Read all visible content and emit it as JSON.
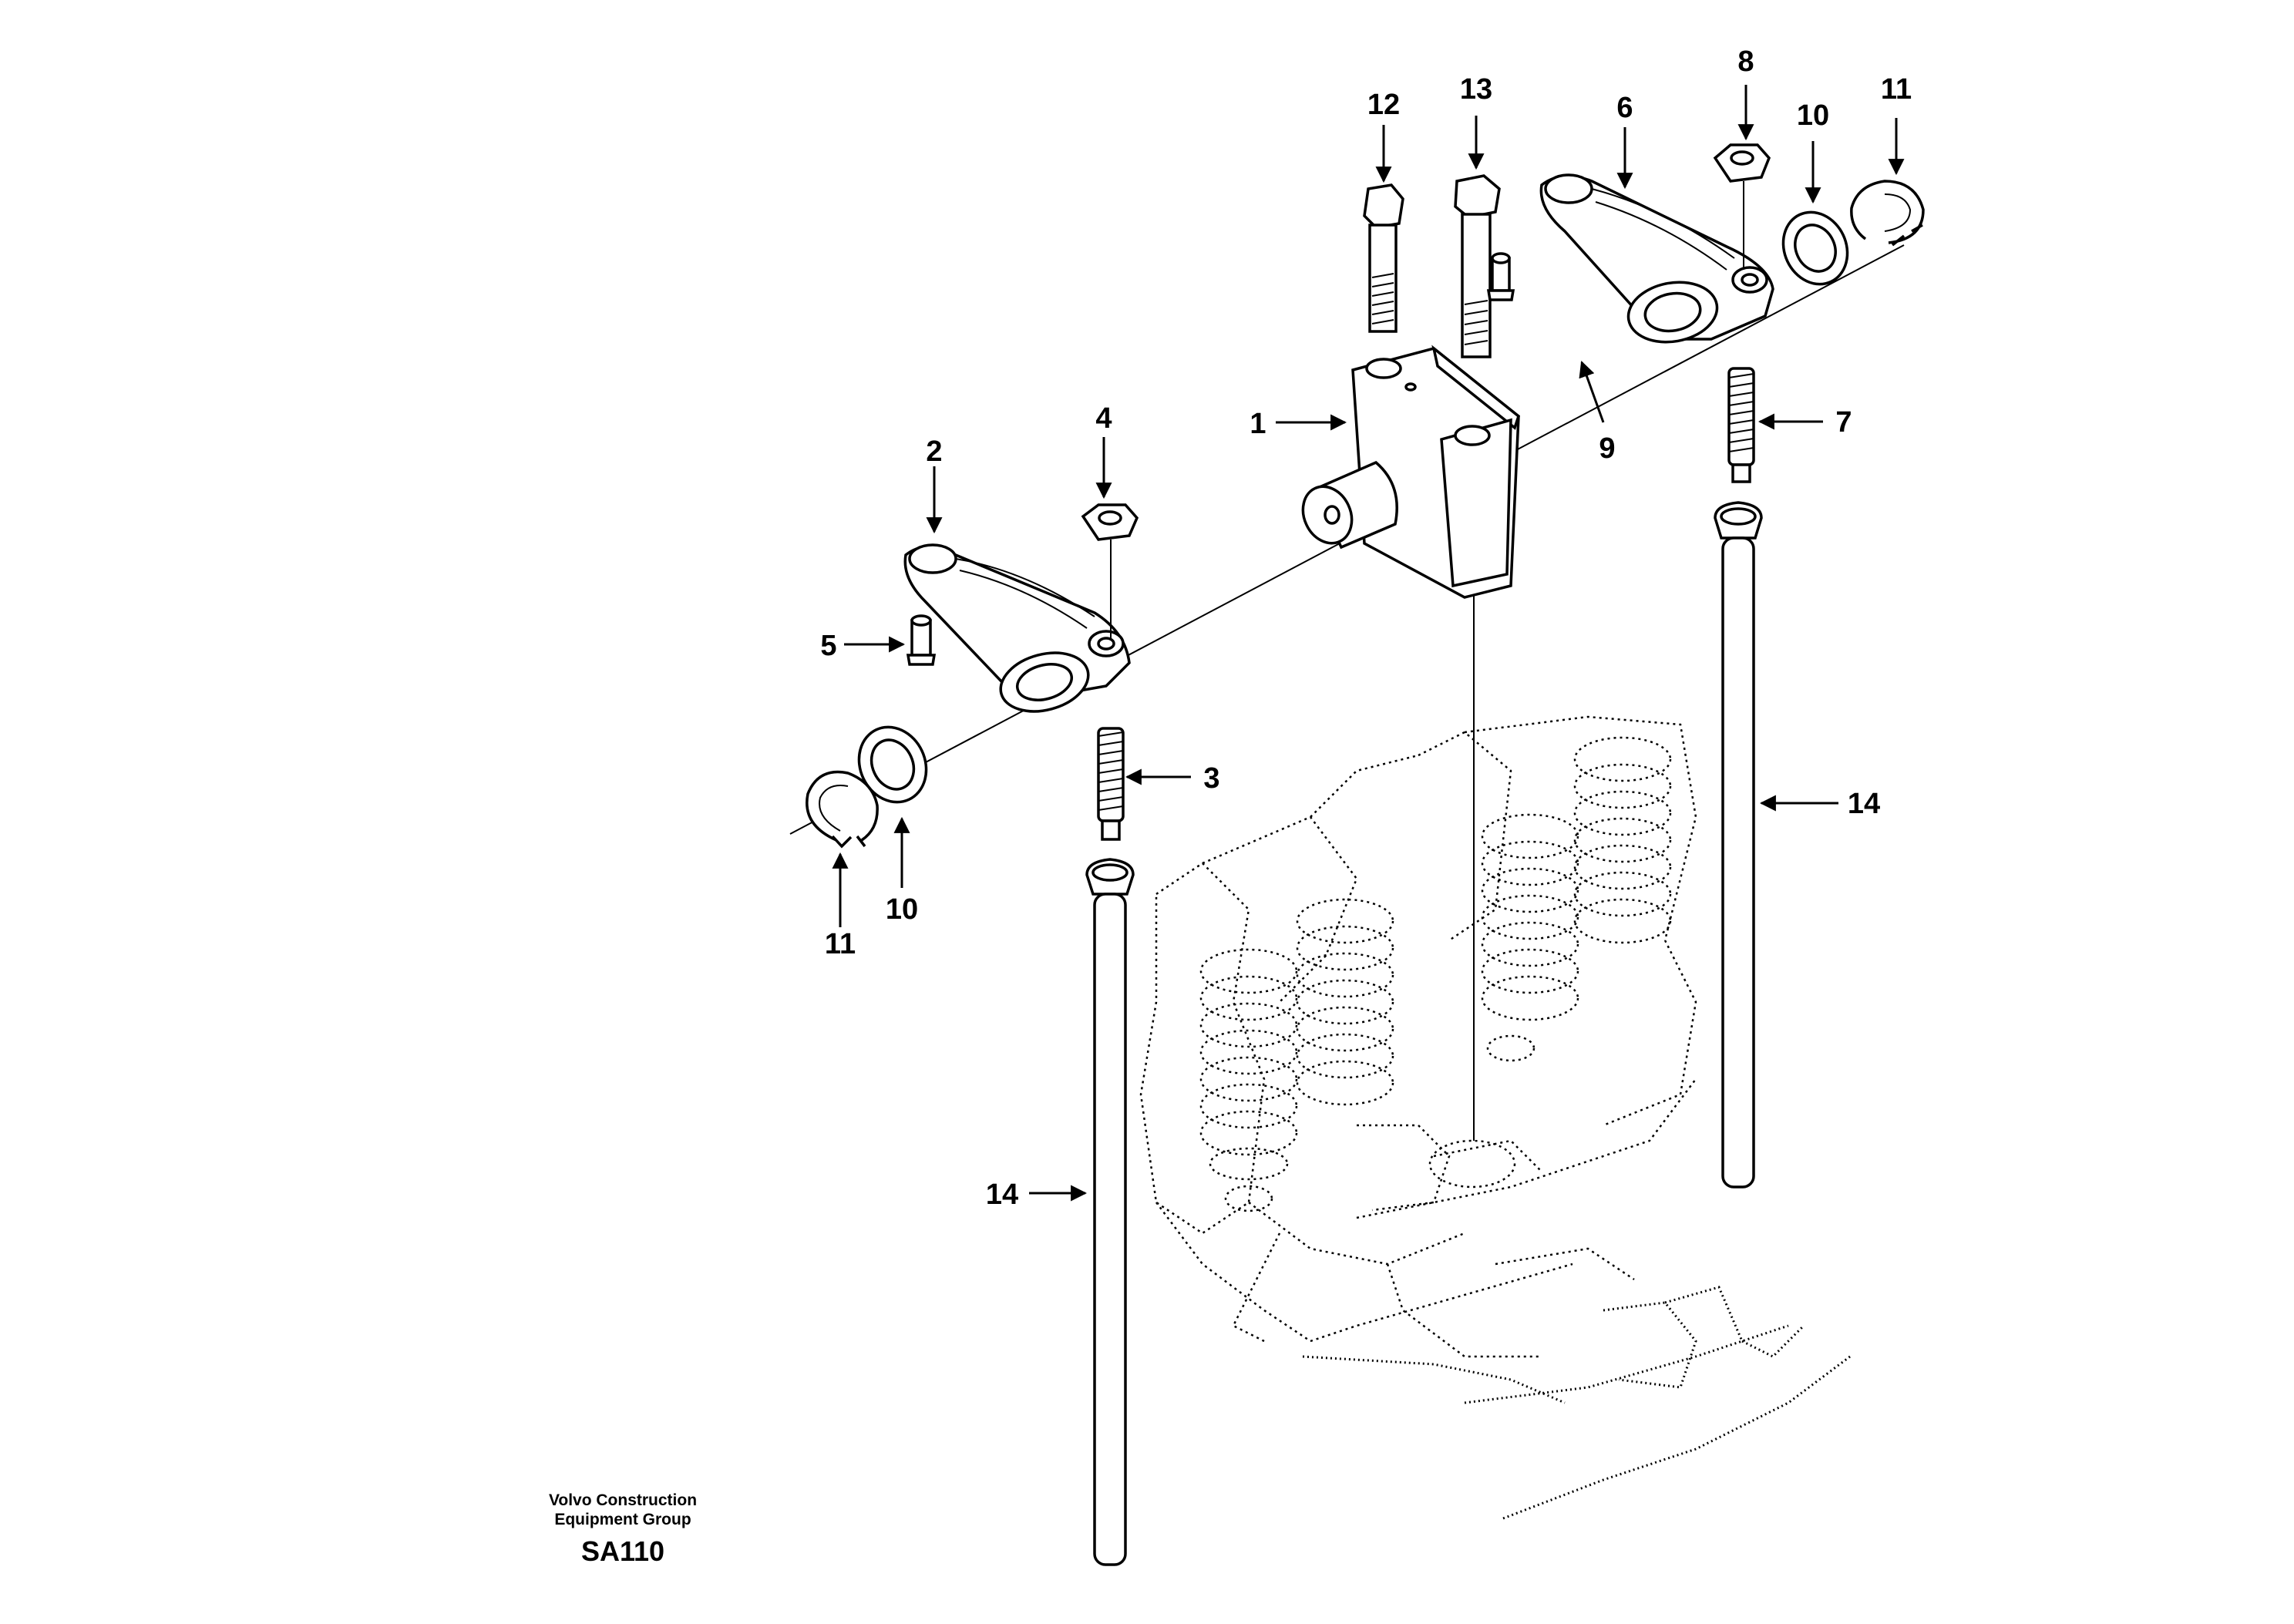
{
  "diagram": {
    "callouts": [
      {
        "id": "c1",
        "label": "1"
      },
      {
        "id": "c2",
        "label": "2"
      },
      {
        "id": "c3",
        "label": "3"
      },
      {
        "id": "c4",
        "label": "4"
      },
      {
        "id": "c5",
        "label": "5"
      },
      {
        "id": "c6",
        "label": "6"
      },
      {
        "id": "c7",
        "label": "7"
      },
      {
        "id": "c8",
        "label": "8"
      },
      {
        "id": "c9",
        "label": "9"
      },
      {
        "id": "c10a",
        "label": "10"
      },
      {
        "id": "c10b",
        "label": "10"
      },
      {
        "id": "c11a",
        "label": "11"
      },
      {
        "id": "c11b",
        "label": "11"
      },
      {
        "id": "c12",
        "label": "12"
      },
      {
        "id": "c13",
        "label": "13"
      },
      {
        "id": "c14a",
        "label": "14"
      },
      {
        "id": "c14b",
        "label": "14"
      }
    ]
  },
  "footer": {
    "line1": "Volvo Construction",
    "line2": "Equipment Group",
    "code": "SA110"
  }
}
